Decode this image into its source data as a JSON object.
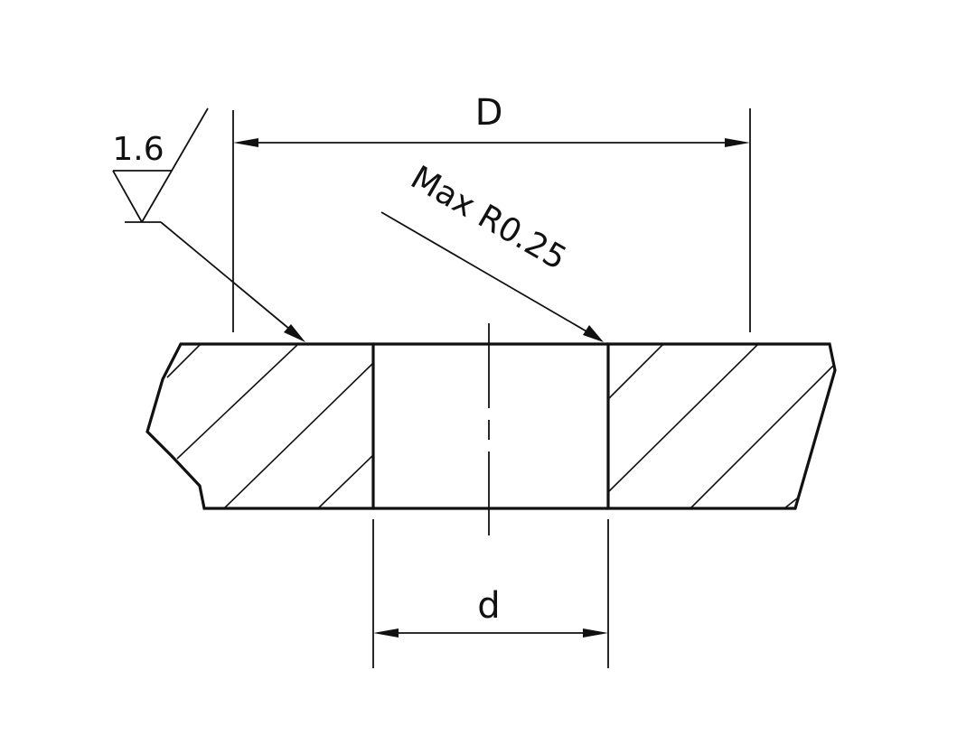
{
  "drawing": {
    "type": "mechanical cross-section",
    "colors": {
      "line": "#111111",
      "background": "#ffffff"
    },
    "dimensions": {
      "outer_diameter_label": "D",
      "inner_diameter_label": "d"
    },
    "surface_finish": {
      "symbol": "surface-roughness-triangle",
      "value": "1.6"
    },
    "note": {
      "text": "Max R0.25"
    }
  }
}
